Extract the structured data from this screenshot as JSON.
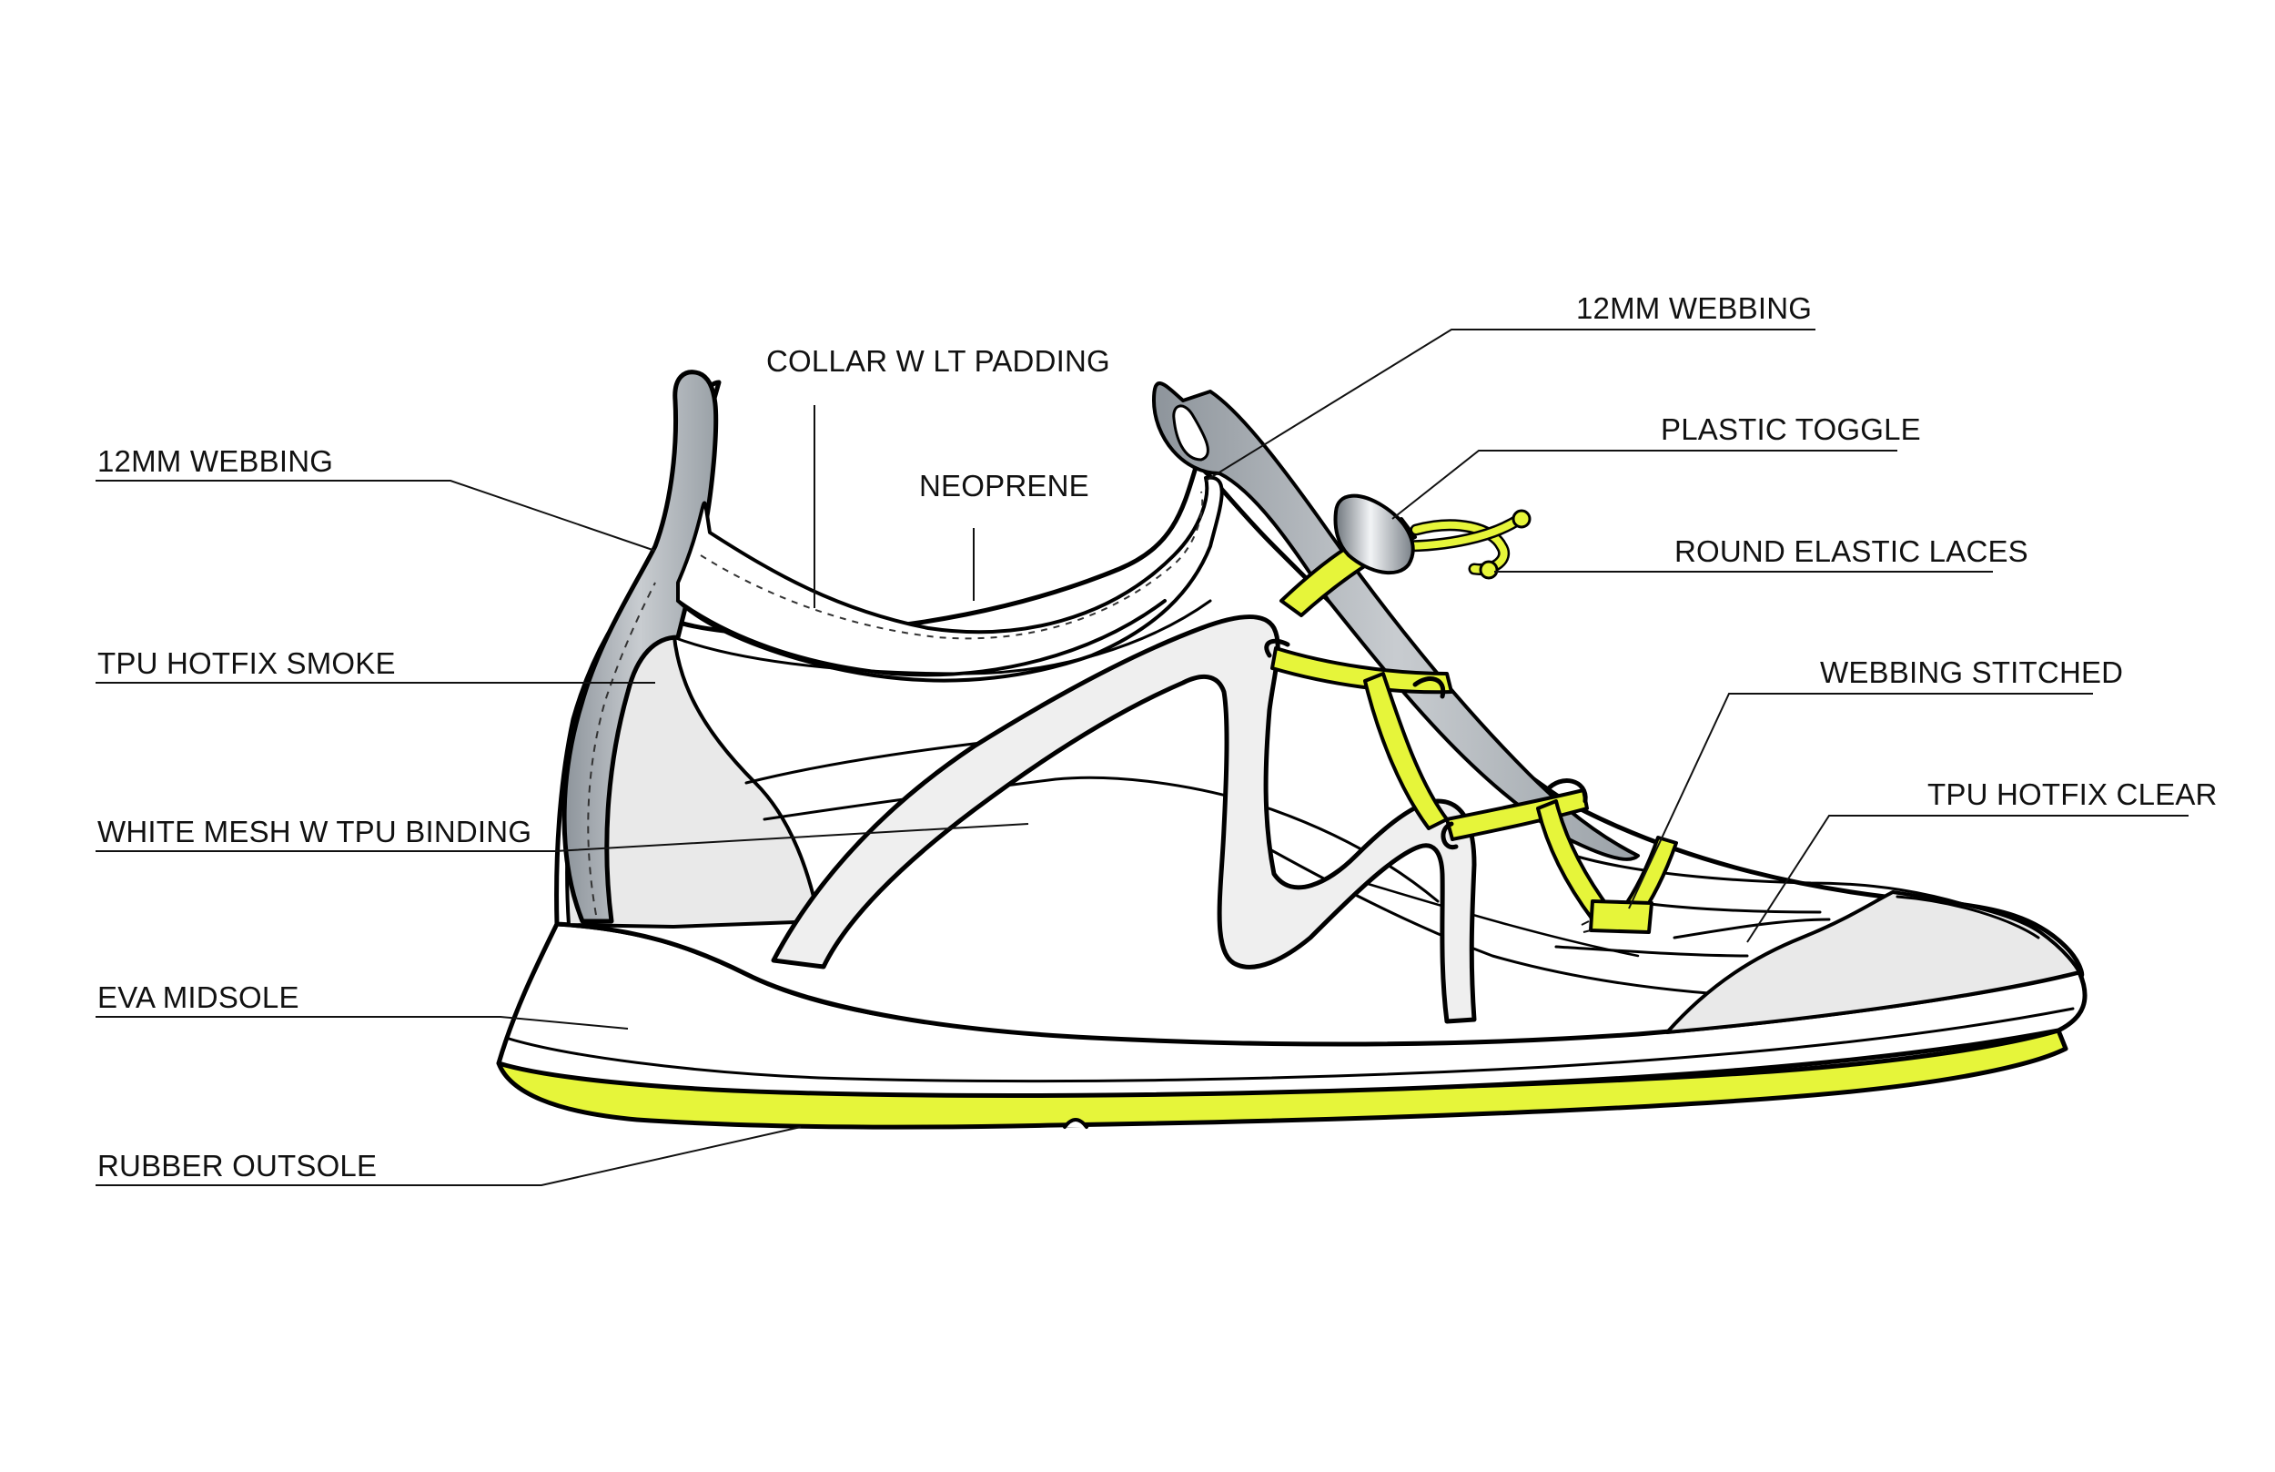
{
  "labels": {
    "webbing_left": "12MM WEBBING",
    "tpu_hotfix_smoke": "TPU HOTFIX SMOKE",
    "white_mesh": "WHITE MESH W TPU BINDING",
    "eva_midsole": "EVA MIDSOLE",
    "rubber_outsole": "RUBBER OUTSOLE",
    "collar_padding": "COLLAR W LT PADDING",
    "neoprene": "NEOPRENE",
    "webbing_right": "12MM WEBBING",
    "plastic_toggle": "PLASTIC TOGGLE",
    "round_elastic_laces": "ROUND ELASTIC LACES",
    "webbing_stitched": "WEBBING STITCHED",
    "tpu_hotfix_clear": "TPU HOTFIX CLEAR"
  },
  "colors": {
    "ink": "#000000",
    "accent_yellow": "#e6f53a",
    "smoke_grey": "#e9e9e9",
    "webbing_grey": "#a7adb3",
    "background": "#ffffff"
  }
}
